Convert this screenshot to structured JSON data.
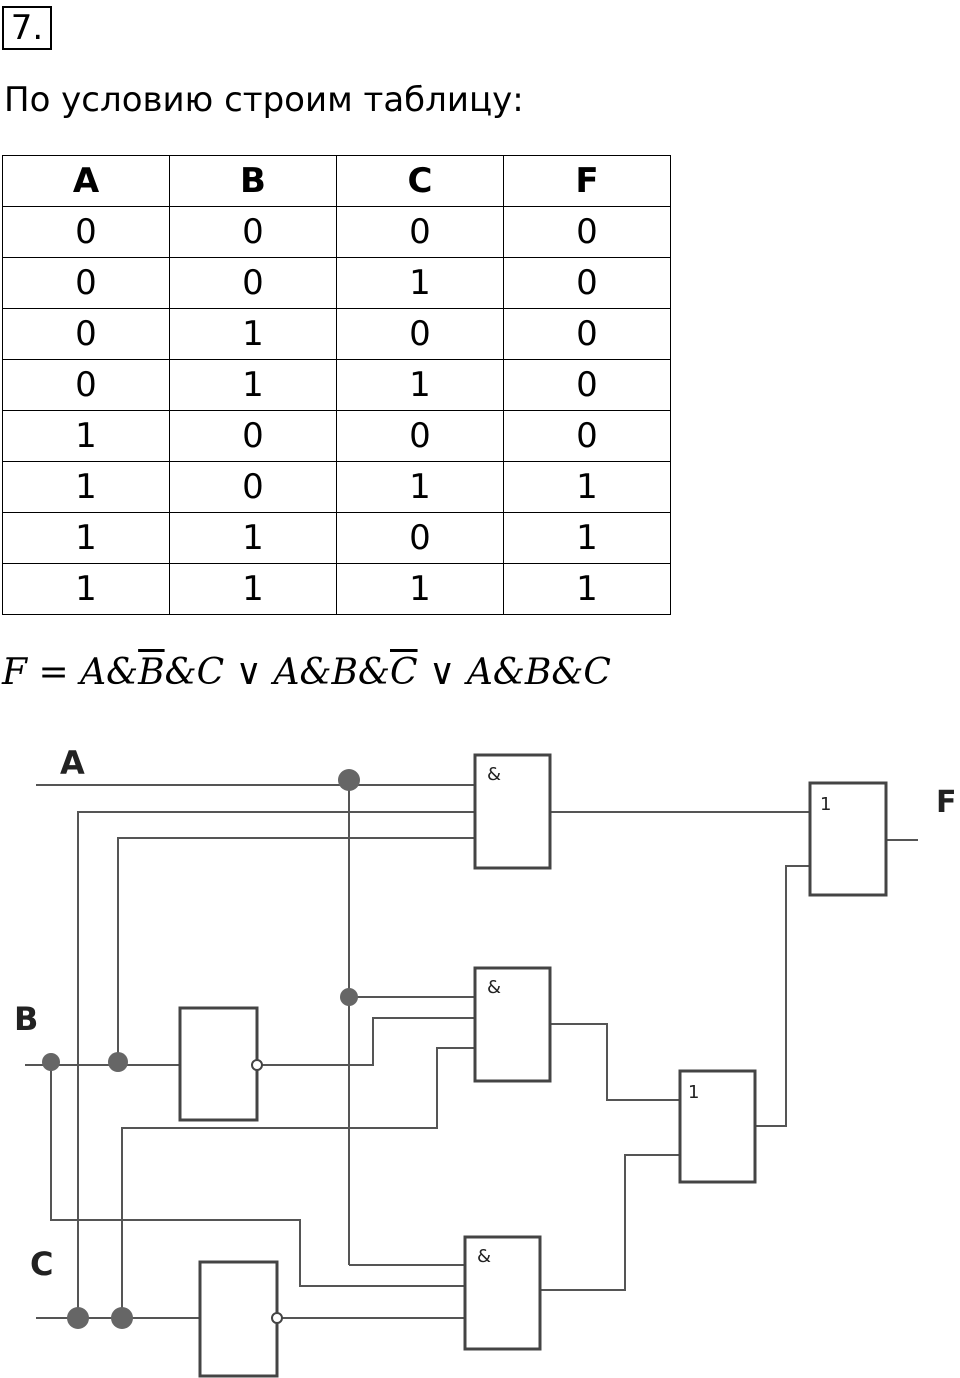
{
  "task_number": "7.",
  "intro": "По условию строим таблицу:",
  "table": {
    "headers": [
      "A",
      "B",
      "C",
      "F"
    ],
    "rows": [
      [
        "0",
        "0",
        "0",
        "0"
      ],
      [
        "0",
        "0",
        "1",
        "0"
      ],
      [
        "0",
        "1",
        "0",
        "0"
      ],
      [
        "0",
        "1",
        "1",
        "0"
      ],
      [
        "1",
        "0",
        "0",
        "0"
      ],
      [
        "1",
        "0",
        "1",
        "1"
      ],
      [
        "1",
        "1",
        "0",
        "1"
      ],
      [
        "1",
        "1",
        "1",
        "1"
      ]
    ]
  },
  "formula": {
    "lhs": "F",
    "eq": "=",
    "or": "∨",
    "t1": [
      "A",
      "&",
      "B",
      "&",
      "C"
    ],
    "t2": [
      "A",
      "&",
      "B",
      "&",
      "C"
    ],
    "t3": [
      "A",
      "&",
      "B",
      "&",
      "C"
    ]
  },
  "circuit": {
    "input_a": "A",
    "input_b": "B",
    "input_c": "C",
    "output_f": "F",
    "and_symbol": "&",
    "or_symbol": "1"
  }
}
